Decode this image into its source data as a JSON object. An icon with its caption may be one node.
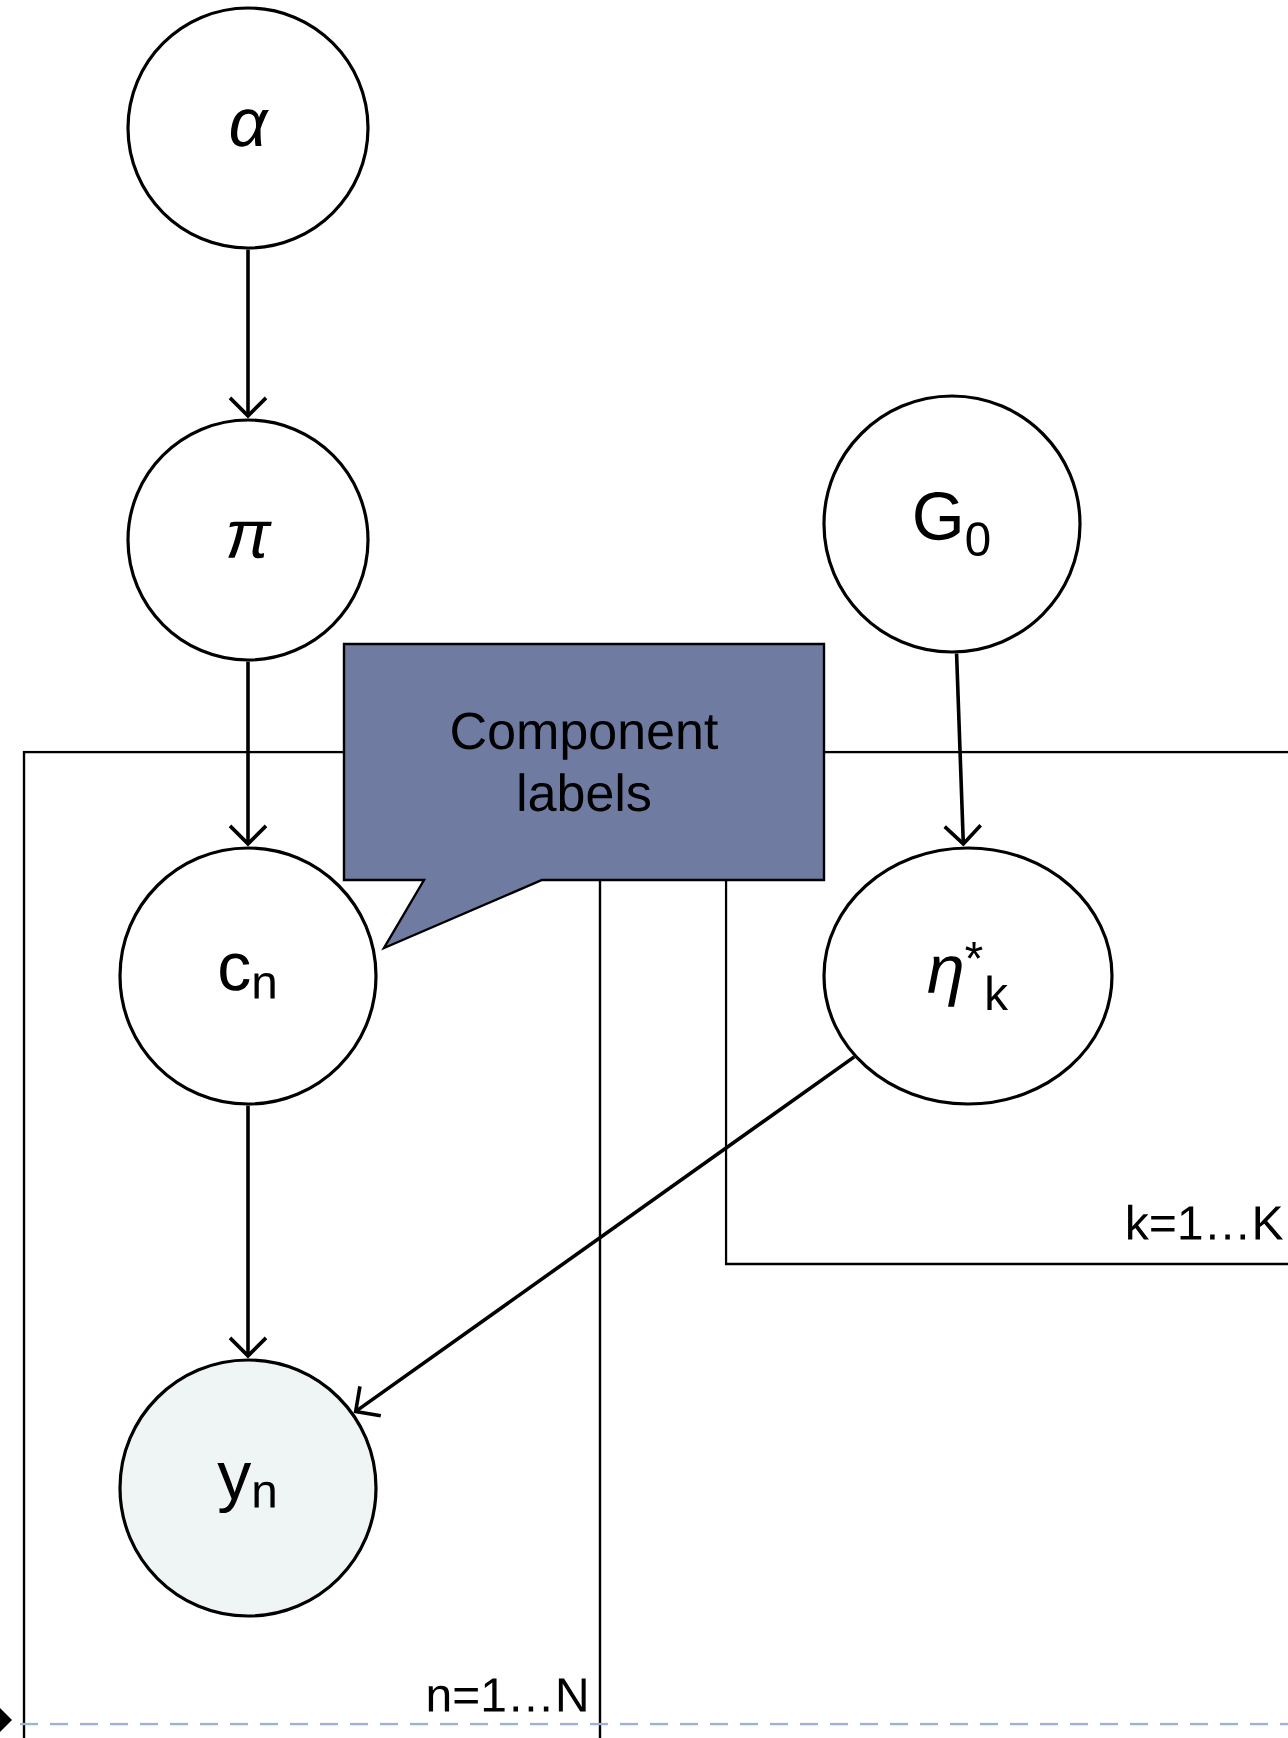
{
  "diagram": {
    "nodes": [
      {
        "text": [
          "α"
        ]
      },
      {
        "text": [
          "π"
        ]
      },
      {
        "text": [
          "G$_{0}$"
        ]
      },
      {
        "text": [
          "n=1…N"
        ]
      },
      {
        "text": [
          "Component labels"
        ]
      },
      {
        "text": [
          "c$_{n}$"
        ],
        "in": 3
      },
      {
        "text": [
          "k=1…K"
        ]
      },
      {
        "text": [
          "*η*$^{*}$$_{k}$"
        ],
        "in": 6
      },
      {
        "text": [
          "y$_{n}$"
        ],
        "in": 3
      }
    ],
    "edges": [
      {
        "from": 0,
        "to": 1,
        "arrow": "to"
      },
      {
        "from": 1,
        "to": 5,
        "arrow": "to"
      },
      {
        "from": 2,
        "to": 7,
        "arrow": "to"
      },
      {
        "from": 5,
        "to": 8,
        "arrow": "to"
      },
      {
        "from": 7,
        "to": 8,
        "arrow": "to"
      }
    ]
  }
}
